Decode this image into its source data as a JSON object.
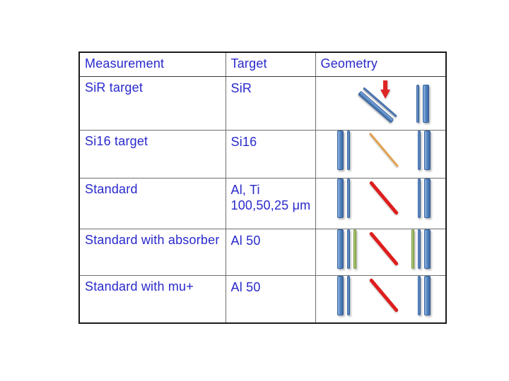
{
  "slide": {
    "background": "#ffffff"
  },
  "table": {
    "header": {
      "measurement": "Measurement",
      "target": "Target",
      "geometry": "Geometry"
    },
    "rows": [
      {
        "measurement": "SiR target",
        "target_lines": [
          "SiR"
        ],
        "geometry": {
          "kind": "tilted",
          "arrow": {
            "name": "red-down-arrow",
            "color": "#df2424"
          },
          "tilted_bars": [
            "thin-blue",
            "thick-blue"
          ],
          "right_bars": [
            "thin-blue",
            "thick-blue"
          ]
        }
      },
      {
        "measurement": "Si16 target",
        "target_lines": [
          "Si16"
        ],
        "geometry": {
          "kind": "inline",
          "beam": {
            "name": "orange-beam-line",
            "color": "#e2a14f",
            "weight": "thin"
          },
          "left_bars": [
            "thick-blue",
            "thin-blue"
          ],
          "right_bars": [
            "thin-blue",
            "thick-blue"
          ]
        }
      },
      {
        "measurement": "Standard",
        "target_lines": [
          "Al, Ti",
          "100,50,25 μm"
        ],
        "geometry": {
          "kind": "inline",
          "beam": {
            "name": "red-beam-line",
            "color": "#df1d1d",
            "weight": "thick"
          },
          "left_bars": [
            "thick-blue",
            "thin-blue"
          ],
          "right_bars": [
            "thin-blue",
            "thick-blue"
          ]
        }
      },
      {
        "measurement": "Standard with absorber",
        "target_lines": [
          "Al 50"
        ],
        "geometry": {
          "kind": "inline",
          "beam": {
            "name": "red-beam-line",
            "color": "#df1d1d",
            "weight": "thick"
          },
          "left_bars": [
            "thick-blue",
            "thin-blue",
            "thin-green"
          ],
          "right_bars": [
            "thin-green",
            "thin-blue",
            "thick-blue"
          ]
        }
      },
      {
        "measurement": "Standard with mu+",
        "target_lines": [
          "Al 50"
        ],
        "geometry": {
          "kind": "inline",
          "beam": {
            "name": "red-beam-line",
            "color": "#df1d1d",
            "weight": "thick"
          },
          "left_bars": [
            "thick-blue",
            "thin-blue"
          ],
          "right_bars": [
            "thin-blue",
            "thick-blue"
          ]
        }
      }
    ]
  },
  "colors": {
    "text_blue": "#2929cc",
    "bar_blue": "#4f81bd",
    "bar_blue_border": "#37629e",
    "bar_green": "#94b353",
    "beam_orange": "#e2a14f",
    "beam_red": "#df1d1d",
    "arrow_red": "#df2424",
    "border_outer": "#1b1b1b",
    "border_inner": "#6e6e6e"
  }
}
